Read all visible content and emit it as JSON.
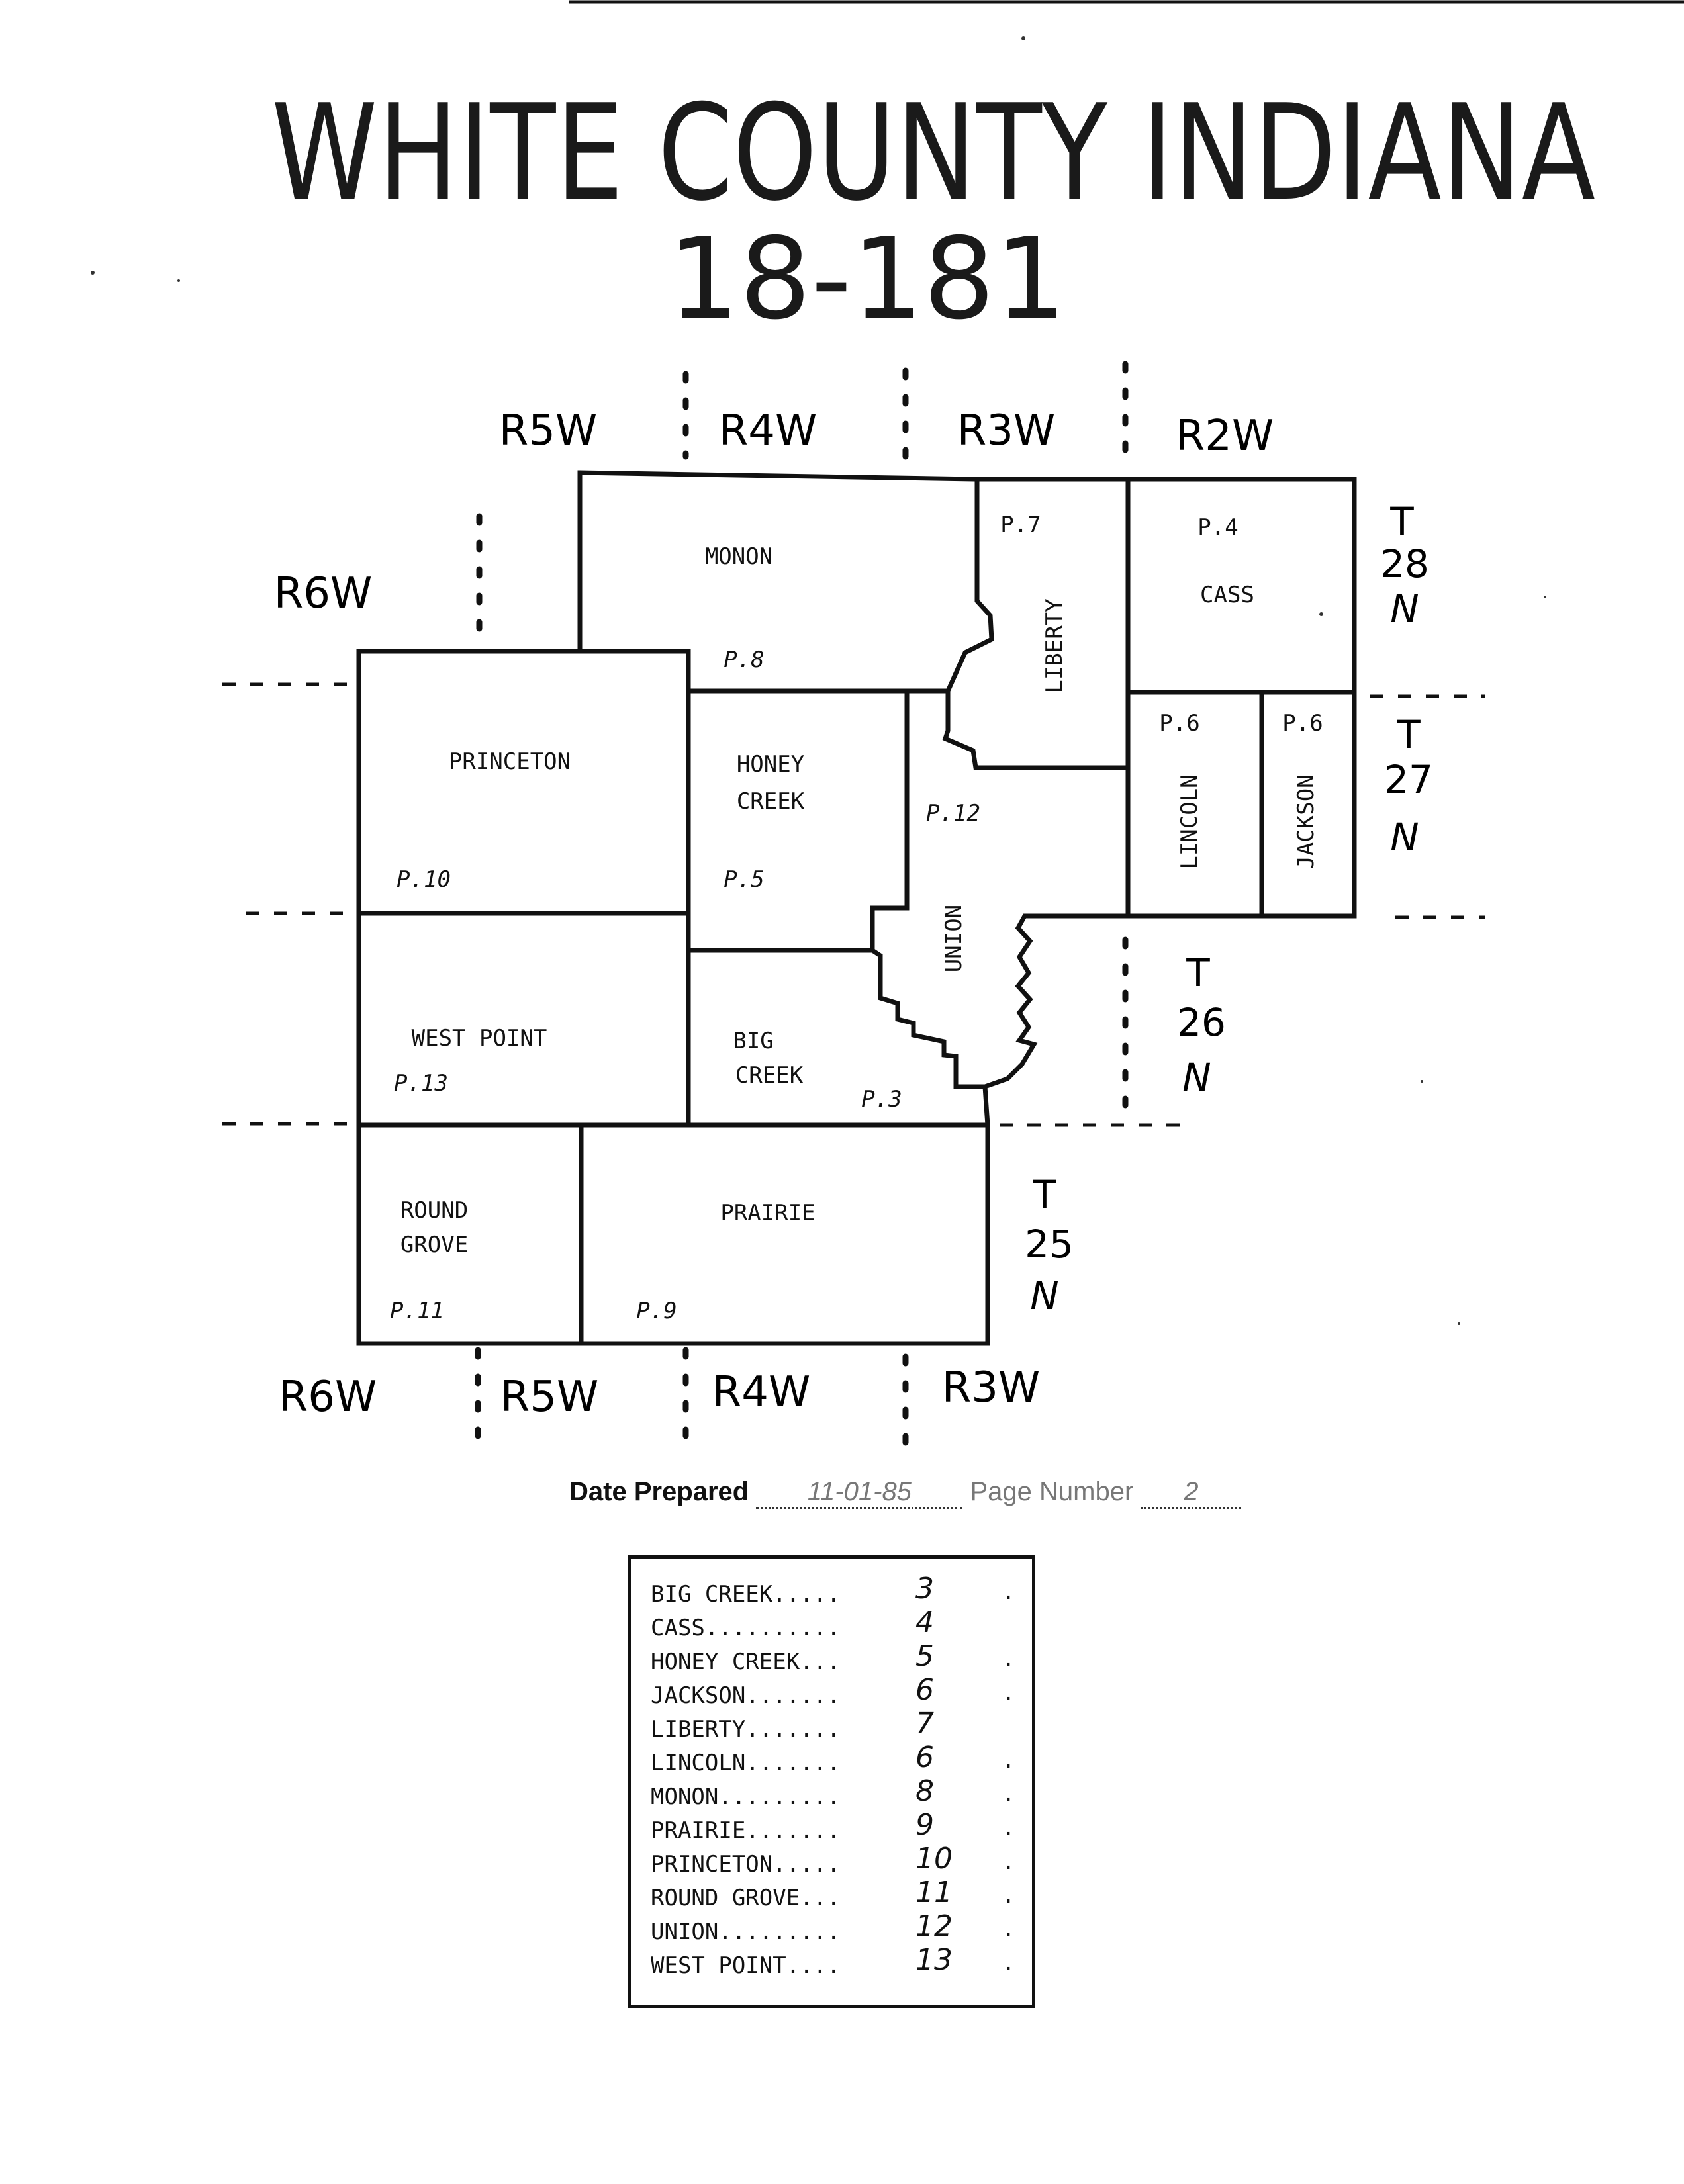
{
  "title": "WHITE COUNTY INDIANA",
  "code": "18-181",
  "ranges_top": [
    "R5W",
    "R4W",
    "R3W",
    "R2W"
  ],
  "range_r6w_left": "R6W",
  "ranges_bottom": [
    "R6W",
    "R5W",
    "R4W",
    "R3W"
  ],
  "townships": [
    {
      "t": "T",
      "n": "28",
      "d": "N"
    },
    {
      "t": "T",
      "n": "27",
      "d": "N"
    },
    {
      "t": "T",
      "n": "26",
      "d": "N"
    },
    {
      "t": "T",
      "n": "25",
      "d": "N"
    }
  ],
  "regions": {
    "monon": {
      "name": "MONON",
      "page": "P.8"
    },
    "liberty": {
      "name": "LIBERTY",
      "page": "P.7"
    },
    "cass": {
      "name": "CASS",
      "page": "P.4"
    },
    "princeton": {
      "name": "PRINCETON",
      "page": "P.10"
    },
    "honey_creek": {
      "name_line1": "HONEY",
      "name_line2": "CREEK",
      "page": "P.5"
    },
    "union": {
      "name": "UNION",
      "page": "P.12"
    },
    "lincoln": {
      "name": "LINCOLN",
      "page": "P.6"
    },
    "jackson": {
      "name": "JACKSON",
      "page": "P.6"
    },
    "west_point": {
      "name": "WEST POINT",
      "page": "P.13"
    },
    "big_creek": {
      "name_line1": "BIG",
      "name_line2": "CREEK",
      "page": "P.3"
    },
    "round_grove": {
      "name_line1": "ROUND",
      "name_line2": "GROVE",
      "page": "P.11"
    },
    "prairie": {
      "name": "PRAIRIE",
      "page": "P.9"
    }
  },
  "meta": {
    "date_label": "Date Prepared",
    "date_value": "11-01-85",
    "page_label": "Page Number",
    "page_value": "2"
  },
  "index": [
    {
      "name": "BIG CREEK.....",
      "page": "3"
    },
    {
      "name": "CASS..........",
      "page": "4"
    },
    {
      "name": "HONEY CREEK...",
      "page": "5"
    },
    {
      "name": "JACKSON.......",
      "page": "6"
    },
    {
      "name": "LIBERTY.......",
      "page": "7"
    },
    {
      "name": "LINCOLN.......",
      "page": "6"
    },
    {
      "name": "MONON.........",
      "page": "8"
    },
    {
      "name": "PRAIRIE.......",
      "page": "9"
    },
    {
      "name": "PRINCETON.....",
      "page": "10"
    },
    {
      "name": "ROUND GROVE...",
      "page": "11"
    },
    {
      "name": "UNION.........",
      "page": "12"
    },
    {
      "name": "WEST POINT....",
      "page": "13"
    }
  ]
}
